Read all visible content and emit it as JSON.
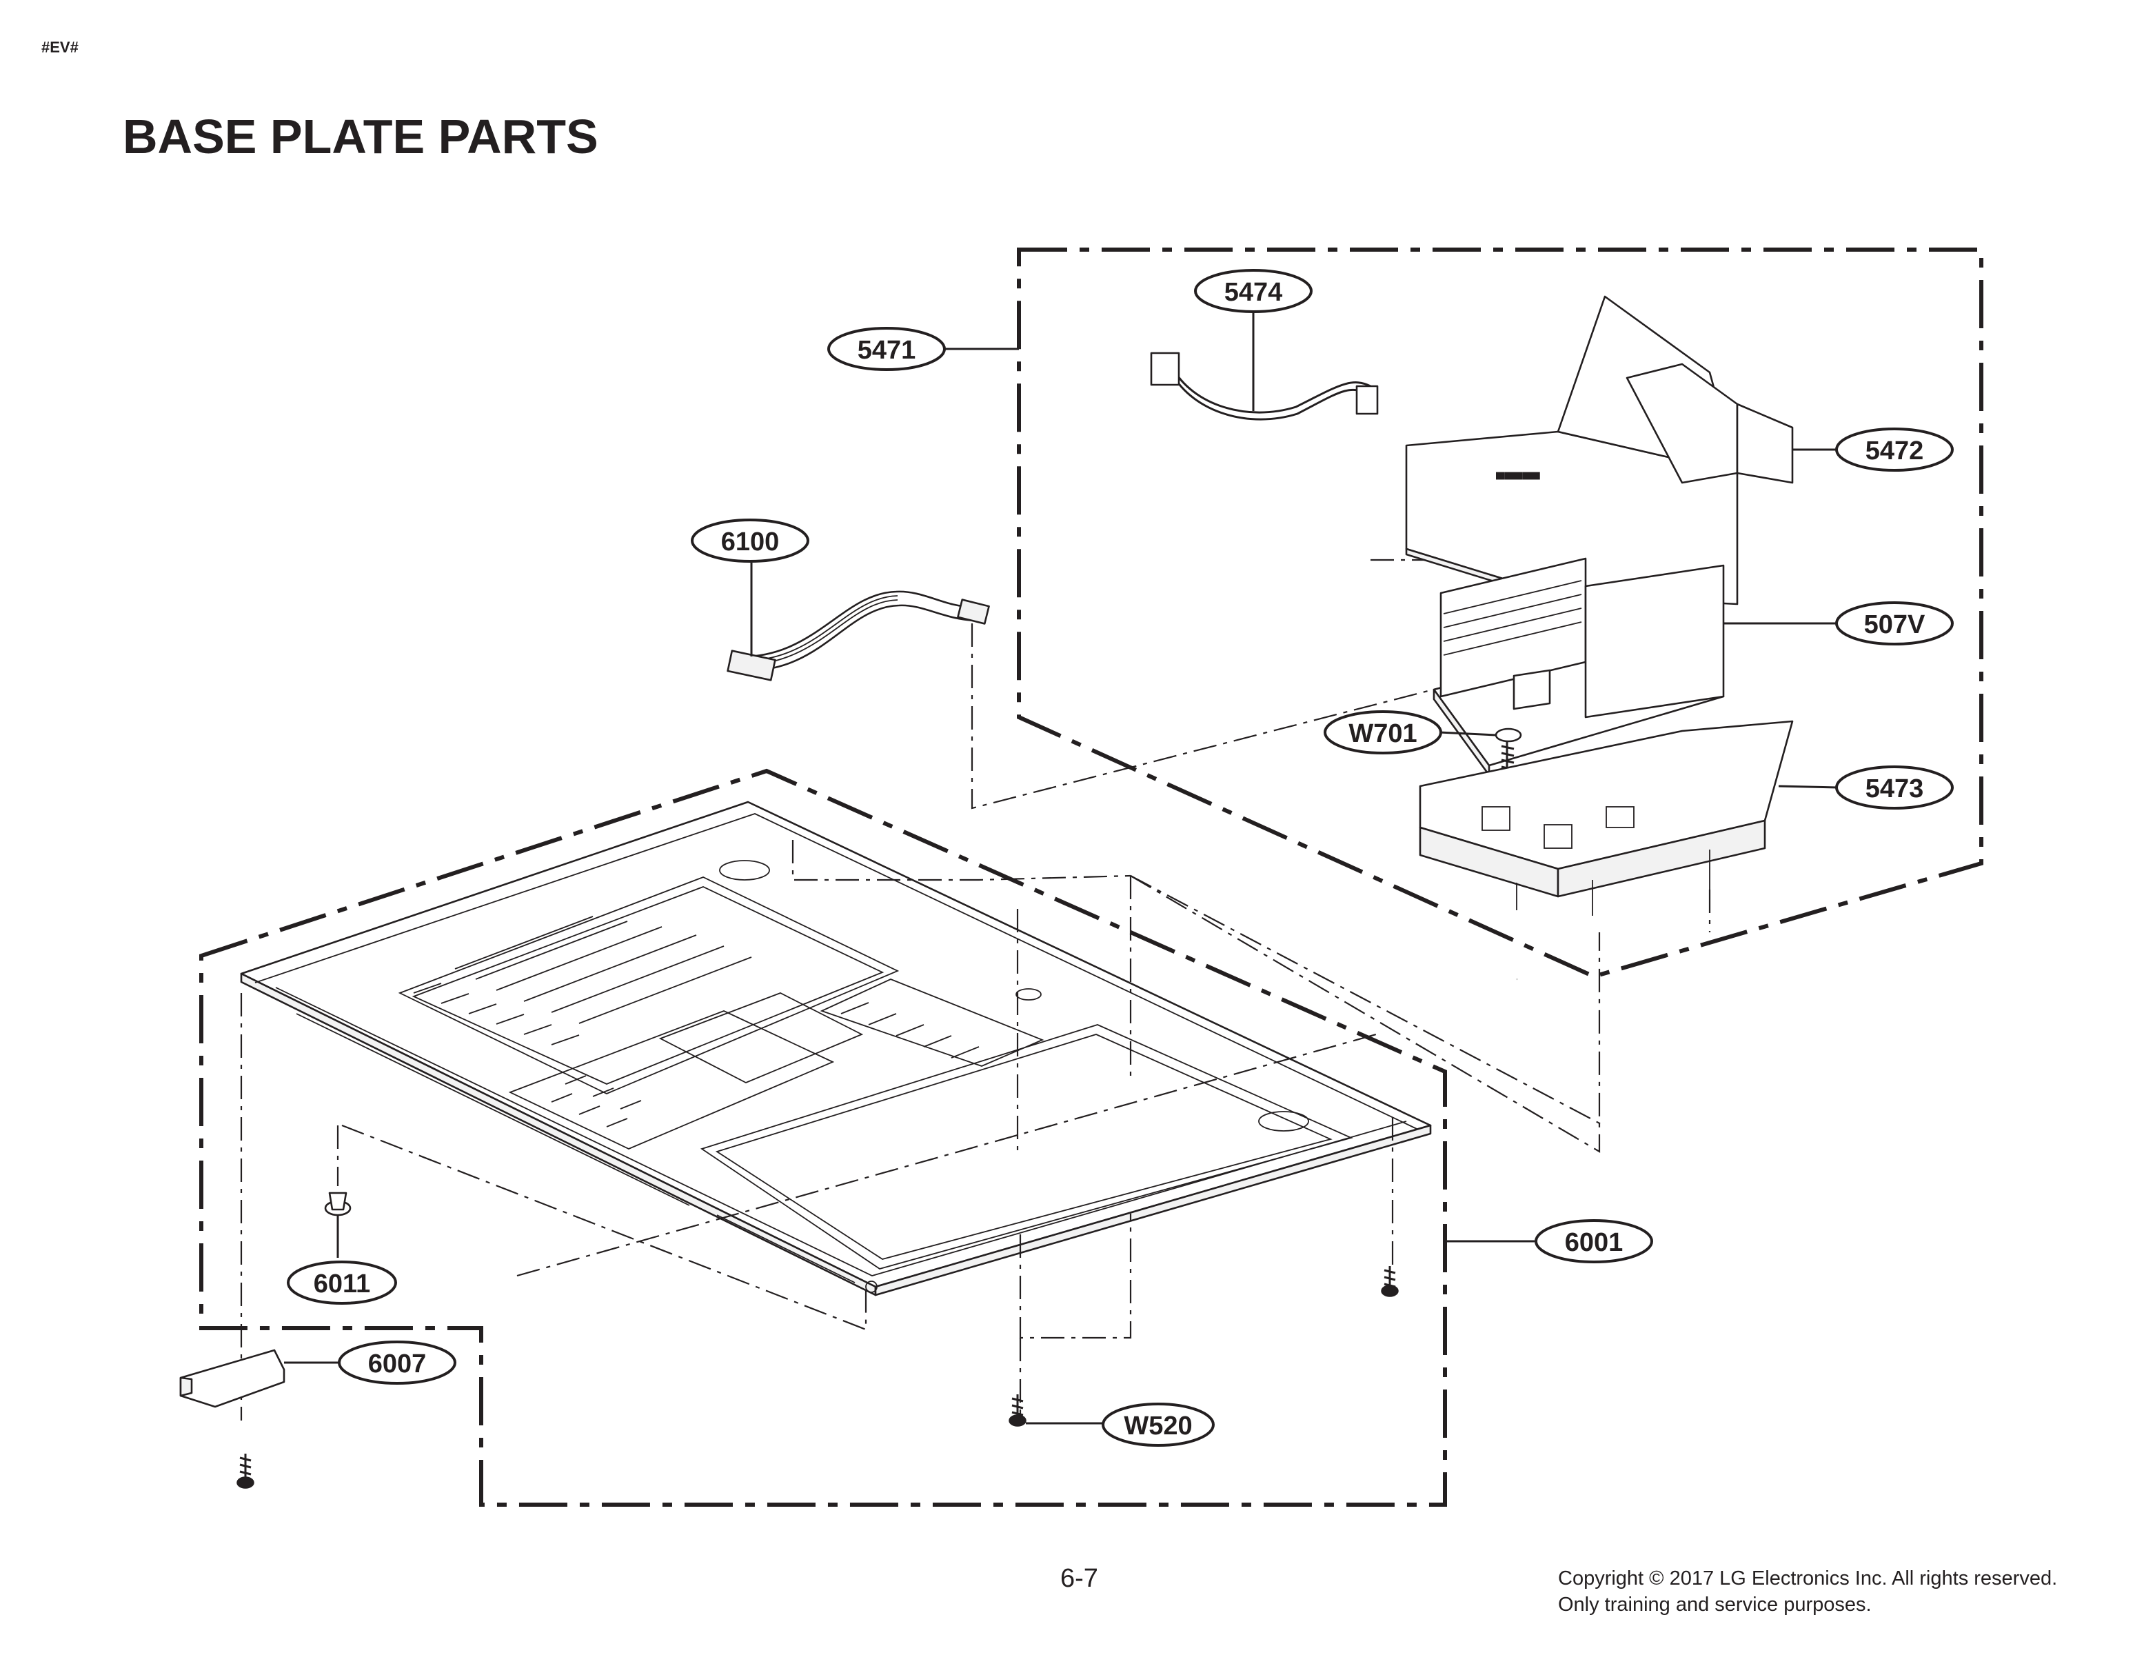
{
  "header": {
    "tag": "#EV#",
    "title": "BASE PLATE PARTS"
  },
  "callouts": [
    "5474",
    "5471",
    "5472",
    "6100",
    "507V",
    "W701",
    "5473",
    "6001",
    "6011",
    "6007",
    "W520"
  ],
  "footer": {
    "page_number": "6-7",
    "copyright_line1": "Copyright © 2017 LG Electronics Inc. All rights reserved.",
    "copyright_line2": "Only training and service purposes."
  }
}
